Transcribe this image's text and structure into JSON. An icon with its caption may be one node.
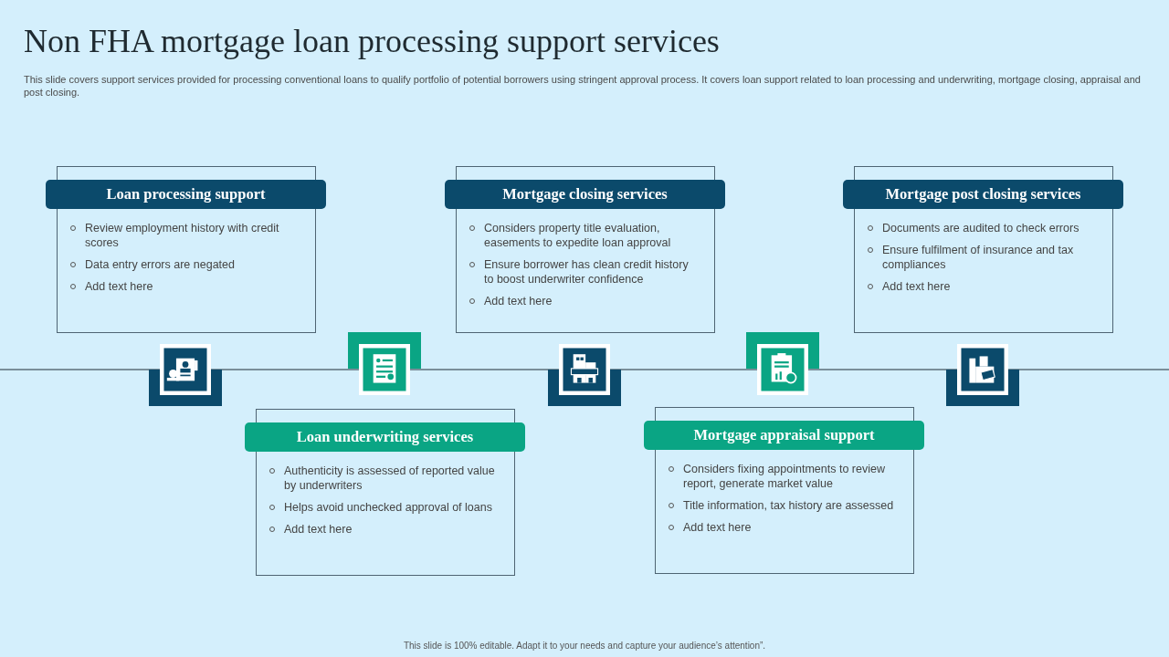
{
  "diagram": {
    "title": "Non FHA mortgage loan processing support services",
    "nodes": [
      {
        "text": [
          "Loan processing support",
          "Review employment history with credit scores",
          "Data entry errors are negated",
          "Add text here"
        ]
      },
      {
        "text": [
          "Loan underwriting services",
          "Authenticity is assessed of reported value by underwriters",
          "Helps avoid unchecked approval of loans",
          "Add text here"
        ]
      },
      {
        "text": [
          "Mortgage closing services",
          "Considers property title evaluation, easements to expedite loan approval",
          "Ensure borrower has clean credit history to boost underwriter confidence",
          "Add text here"
        ]
      },
      {
        "text": [
          "Mortgage appraisal support",
          "Considers fixing appointments to review report, generate market value",
          "Title information, tax history are assessed",
          "Add text here"
        ]
      },
      {
        "text": [
          "Mortgage post closing services",
          "Documents are audited to check errors",
          "Ensure fulfilment of insurance and tax compliances",
          "Add text here"
        ]
      }
    ],
    "labels": [
      "This slide covers support services provided for processing conventional loans to qualify portfolio of potential borrowers using stringent approval process. It covers loan support related to loan processing and underwriting, mortgage closing, appraisal and post closing.",
      "This slide is 100% editable. Adapt it to your needs and capture your audience’s attention”."
    ]
  }
}
